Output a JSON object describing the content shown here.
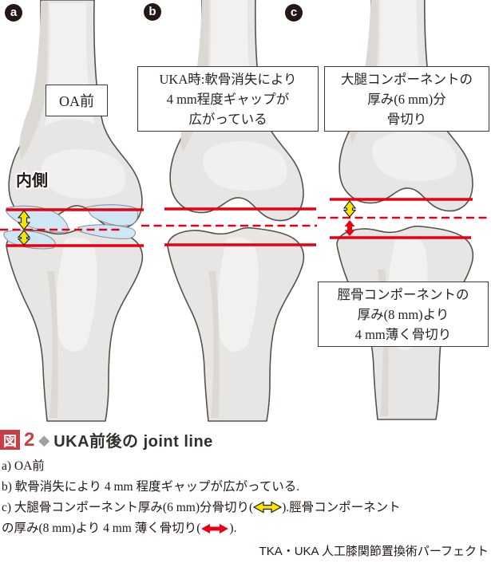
{
  "colors": {
    "joint_line_red": "#e60012",
    "arrow_yellow": "#f5e300",
    "figure_label_red": "#cb3d45",
    "bone_fill": "#e8e6e4",
    "bone_outline": "#55514d",
    "cartilage_blue": "#cfe6f5",
    "ink": "#231815"
  },
  "panels": {
    "a": {
      "badge": "a",
      "stage_label": "OA前",
      "side_label": "内側"
    },
    "b": {
      "badge": "b",
      "note_lines": [
        "UKA時:軟骨消失により",
        "4 mm程度ギャップが",
        "広がっている"
      ]
    },
    "c": {
      "badge": "c",
      "femur_note_lines": [
        "大腿コンポーネントの",
        "厚み(6 mm)分",
        "骨切り"
      ],
      "tibia_note_lines": [
        "脛骨コンポーネントの",
        "厚み(8 mm)より",
        "4 mm薄く骨切り"
      ]
    }
  },
  "caption": {
    "figure_label": "図",
    "figure_number": "2",
    "separator": "◆",
    "title": "UKA前後の joint line",
    "line_a": "a) OA前",
    "line_b": "b) 軟骨消失により 4 mm 程度ギャップが広がっている.",
    "line_c_before_arrow": "c) 大腿骨コンポーネント厚み(6 mm)分骨切り(",
    "line_c_after_arrow": ").脛骨コンポーネント",
    "line_c2_before_arrow": "の厚み(8 mm)より 4 mm 薄く骨切り(",
    "line_c2_after_arrow": ").",
    "credit": "TKA・UKA 人工膝関節置換術パーフェクト"
  }
}
